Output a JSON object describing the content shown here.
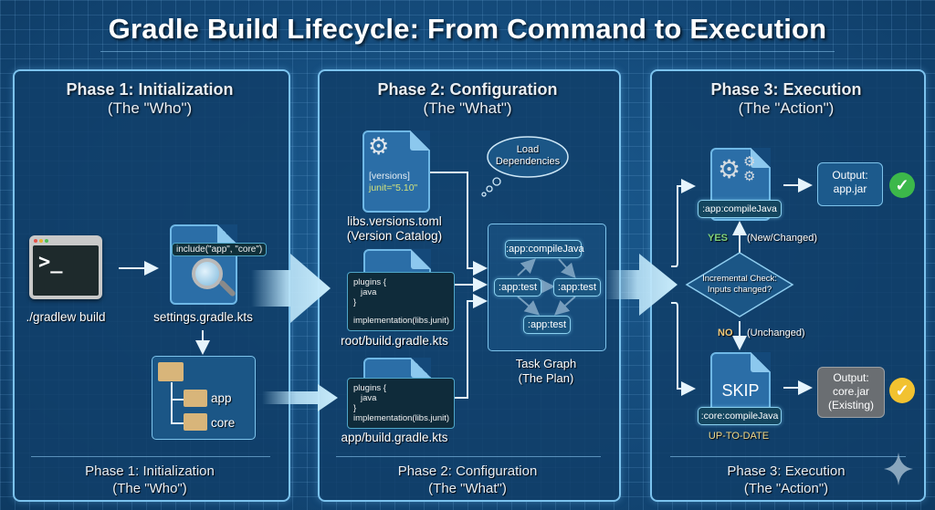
{
  "title": "Gradle Build Lifecycle: From Command to Execution",
  "phases": [
    {
      "title": "Phase 1: Initialization",
      "subtitle": "(The \"Who\")"
    },
    {
      "title": "Phase 2: Configuration",
      "subtitle": "(The \"What\")"
    },
    {
      "title": "Phase 3: Execution",
      "subtitle": "(The \"Action\")"
    }
  ],
  "phase1": {
    "terminal_prompt": ">_",
    "terminal_label": "./gradlew build",
    "settings_code": "include(\"app\", \"core\")",
    "settings_label": "settings.gradle.kts",
    "folders": [
      "app",
      "core"
    ]
  },
  "phase2": {
    "catalog_code_1": "[versions]",
    "catalog_code_2": "junit=\"5.10\"",
    "catalog_label_1": "libs.versions.toml",
    "catalog_label_2": "(Version Catalog)",
    "cloud_text_1": "Load",
    "cloud_text_2": "Dependencies",
    "root_code": [
      "plugins {",
      "  java",
      "}",
      "",
      "implementation(libs.junit)"
    ],
    "root_label": "root/build.gradle.kts",
    "app_code": [
      "plugins {",
      "  java",
      "}",
      "implementation(libs.junit)"
    ],
    "app_label": "app/build.gradle.kts",
    "task_graph": {
      "nodes": [
        ":app:compileJava",
        ":app:test",
        ":app:test",
        ":app:test"
      ],
      "label_1": "Task Graph",
      "label_2": "(The Plan)"
    }
  },
  "phase3": {
    "yes_label": "YES",
    "yes_note": "(New/Changed)",
    "no_label": "NO",
    "no_note": "(Unchanged)",
    "decision_1": "Incremental Check:",
    "decision_2": "Inputs changed?",
    "run_task": ":app:compileJava",
    "output_app_1": "Output:",
    "output_app_2": "app.jar",
    "skip_text": "SKIP",
    "skip_task": ":core:compileJava",
    "up_to_date": "UP-TO-DATE",
    "output_core_1": "Output:",
    "output_core_2": "core.jar",
    "output_core_3": "(Existing)"
  },
  "colors": {
    "yes": "#7fd07a",
    "no": "#f1c97a",
    "success": "#3cb84a",
    "warning": "#f2c230",
    "up_to_date": "#f1d98a"
  }
}
